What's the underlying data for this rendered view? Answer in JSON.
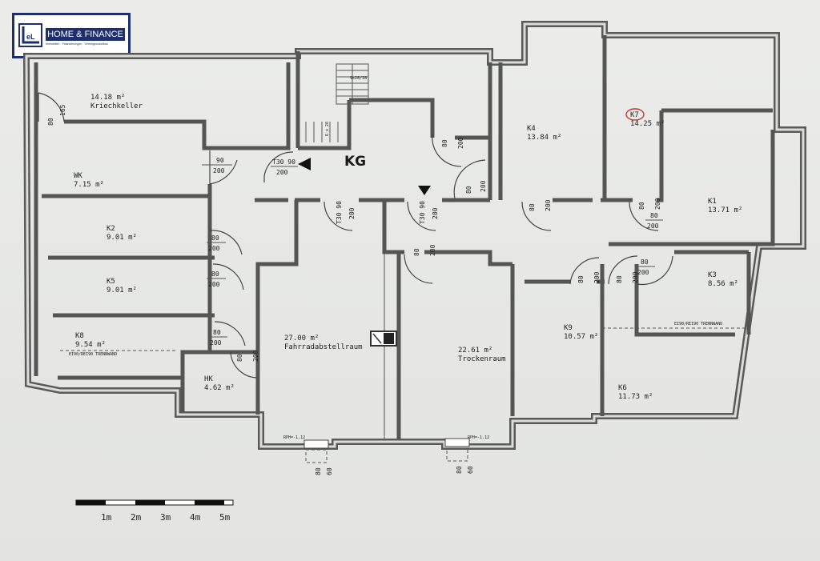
{
  "logo": {
    "initials": "JEL",
    "name": "HOME & FINANCE",
    "tagline": "Immobilien · Finanzierungen · Vermögensaufbau"
  },
  "plan": {
    "floor_label": "KG",
    "rooms": [
      {
        "name": "Kriechkeller",
        "area": "14.18 m²"
      },
      {
        "name": "WK",
        "area": "7.15 m²"
      },
      {
        "name": "K2",
        "area": "9.01 m²"
      },
      {
        "name": "K5",
        "area": "9.01 m²"
      },
      {
        "name": "K8",
        "area": "9.54 m²"
      },
      {
        "name": "HK",
        "area": "4.62 m²"
      },
      {
        "name": "Fahrradabstellraum",
        "area": "27.00 m²"
      },
      {
        "name": "Trockenraum",
        "area": "22.61 m²"
      },
      {
        "name": "K4",
        "area": "13.84 m²"
      },
      {
        "name": "K7",
        "area": "14.25 m²"
      },
      {
        "name": "K1",
        "area": "13.71 m²"
      },
      {
        "name": "K3",
        "area": "8.56 m²"
      },
      {
        "name": "K9",
        "area": "10.57 m²"
      },
      {
        "name": "K6",
        "area": "11.73 m²"
      }
    ],
    "highlighted_room": "K7",
    "door_labels": {
      "t30_90": "T30 90",
      "d80": "80",
      "d90": "90",
      "d200": "200",
      "d165": "165",
      "d60": "60"
    },
    "stair_label": "9x28/18",
    "stair_small": "6 x 28",
    "fire_wall_note": "EI90/REI90 TRENNWAND",
    "window_labels": [
      "RPH=-1.12",
      "RPH=-1.12"
    ]
  },
  "scale_bar": {
    "ticks": [
      "1m",
      "2m",
      "3m",
      "4m",
      "5m"
    ]
  },
  "colors": {
    "logo_navy": "#1f2f6e",
    "wall": "#5a5a5a",
    "paper": "#e9e9e7",
    "k7_circle": "#c0392b"
  }
}
